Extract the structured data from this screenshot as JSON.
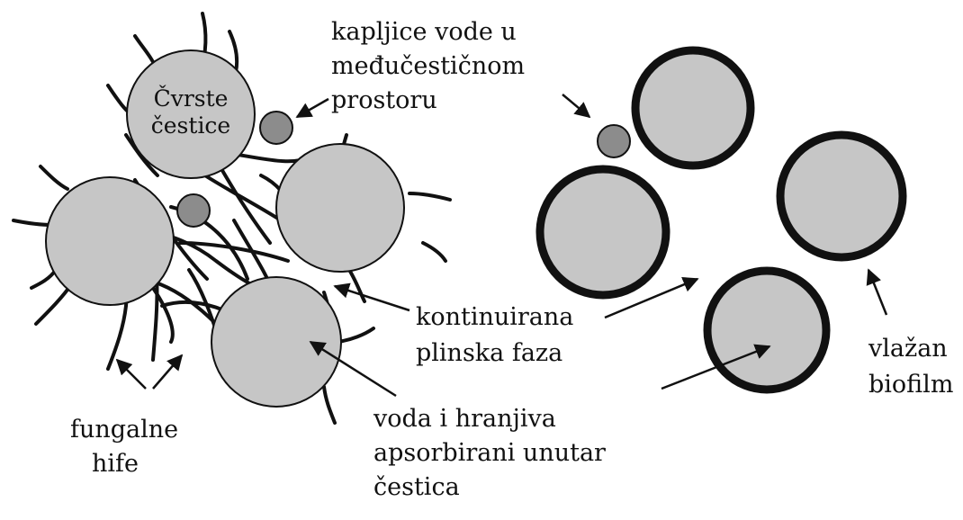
{
  "labels": {
    "solid_particles_line1": "Čvrste",
    "solid_particles_line2": "čestice",
    "water_droplets_line1": "kapljice vode u",
    "water_droplets_line2": "međučestičnom",
    "water_droplets_line3": "prostoru",
    "gas_phase_line1": "kontinuirana",
    "gas_phase_line2": "plinska faza",
    "fungal_hyphae_line1": "fungalne",
    "fungal_hyphae_line2": "hife",
    "absorbed_line1": "voda i hranjiva",
    "absorbed_line2": "apsorbirani unutar",
    "absorbed_line3": "čestica",
    "biofilm_line1": "vlažan",
    "biofilm_line2": "biofilm"
  },
  "colors": {
    "particle_fill": "#c6c6c6",
    "droplet_fill": "#8c8c8c",
    "outline": "#111111",
    "background": "#ffffff"
  }
}
